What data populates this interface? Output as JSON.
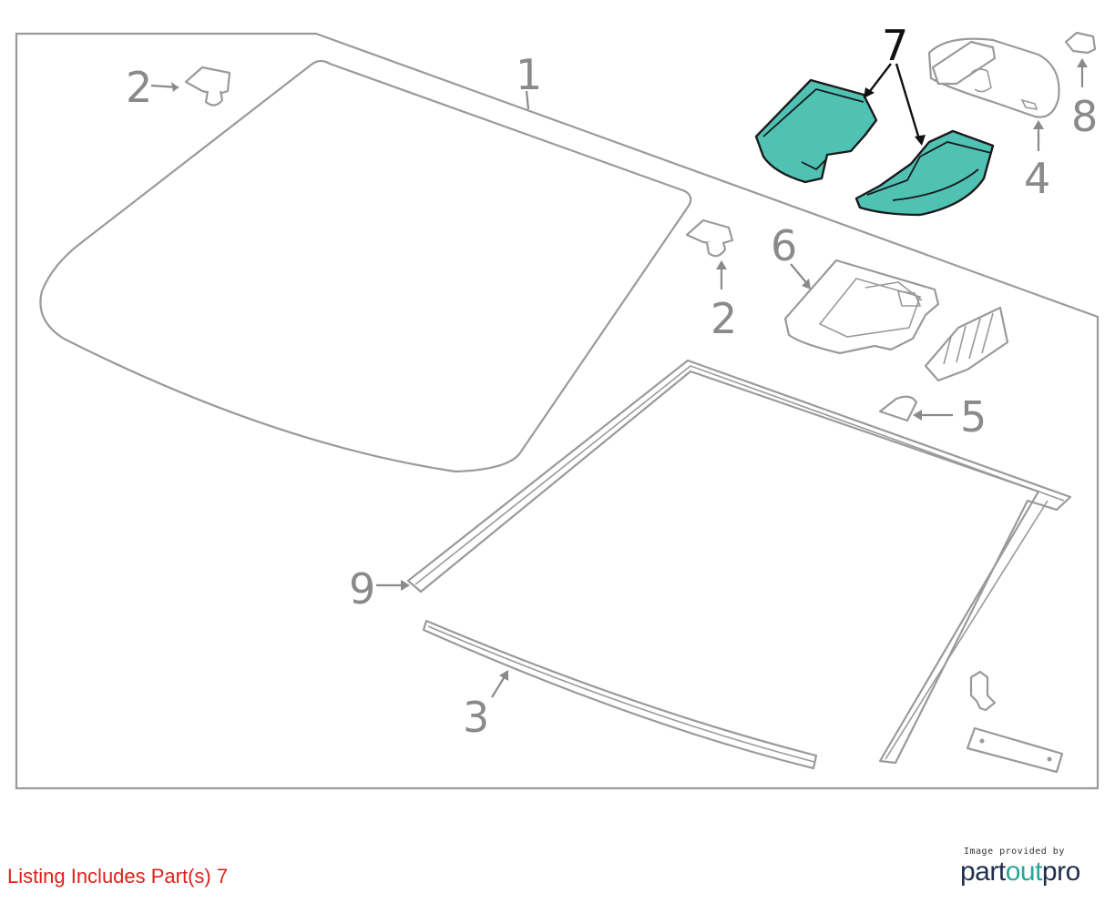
{
  "colors": {
    "highlight": "#4fc2b4",
    "note": "#e0201b",
    "brand_dark": "#1f2e4d",
    "brand_accent": "#2aa597"
  },
  "callouts": {
    "windshield": "1",
    "clip_top_left": "2",
    "clip_center": "2",
    "upper_molding": "3",
    "mirror": "4",
    "pad": "5",
    "bracket": "6",
    "covers": "7",
    "clip_top_right": "8",
    "side_molding": "9"
  },
  "listing_note": "Listing Includes Part(s) 7",
  "credit": {
    "line": "Image provided by",
    "brand_part1": "part",
    "brand_part2": "out",
    "brand_part3": "pro"
  }
}
